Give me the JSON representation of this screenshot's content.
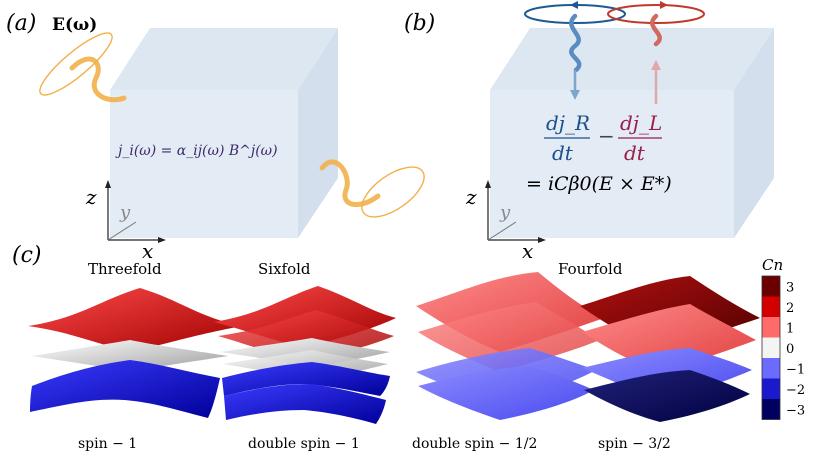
{
  "panel_a": {
    "label": "(a)",
    "field_label": "E(ω)",
    "equation": "j_i(ω) = α_ij(ω) B^j(ω)",
    "axes": {
      "z": "z",
      "y": "y",
      "x": "x"
    }
  },
  "panel_b": {
    "label": "(b)",
    "frac_left_num": "dj_R",
    "frac_left_den": "dt",
    "minus": "−",
    "frac_right_num": "dj_L",
    "frac_right_den": "dt",
    "equation": "= iCβ0(E × E*)",
    "axes": {
      "z": "z",
      "y": "y",
      "x": "x"
    }
  },
  "panel_c": {
    "label": "(c)",
    "groups": [
      {
        "title": "Threefold",
        "caption": "spin − 1"
      },
      {
        "title": "Sixfold",
        "caption": "double spin − 1"
      },
      {
        "title": "Fourfold",
        "caption_left": "double spin − 1/2",
        "caption_right": "spin − 3/2"
      }
    ],
    "colorbar": {
      "title": "Cn",
      "ticks": [
        "3",
        "2",
        "1",
        "0",
        "−1",
        "−2",
        "−3"
      ],
      "colors": [
        "#6b0000",
        "#d40000",
        "#ff6a6a",
        "#f4f4f4",
        "#6b6bff",
        "#1a1acc",
        "#000060"
      ]
    }
  },
  "colors": {
    "cube_face": "#e3ecf5",
    "cube_edge": "#c9d7e6",
    "photon": "#f2b04a",
    "right_circ": "#1d5a94",
    "left_circ": "#c0392b",
    "equation_text": "#3d2a6b",
    "jR": "#1d4f8a",
    "jL": "#9b1d4a"
  }
}
